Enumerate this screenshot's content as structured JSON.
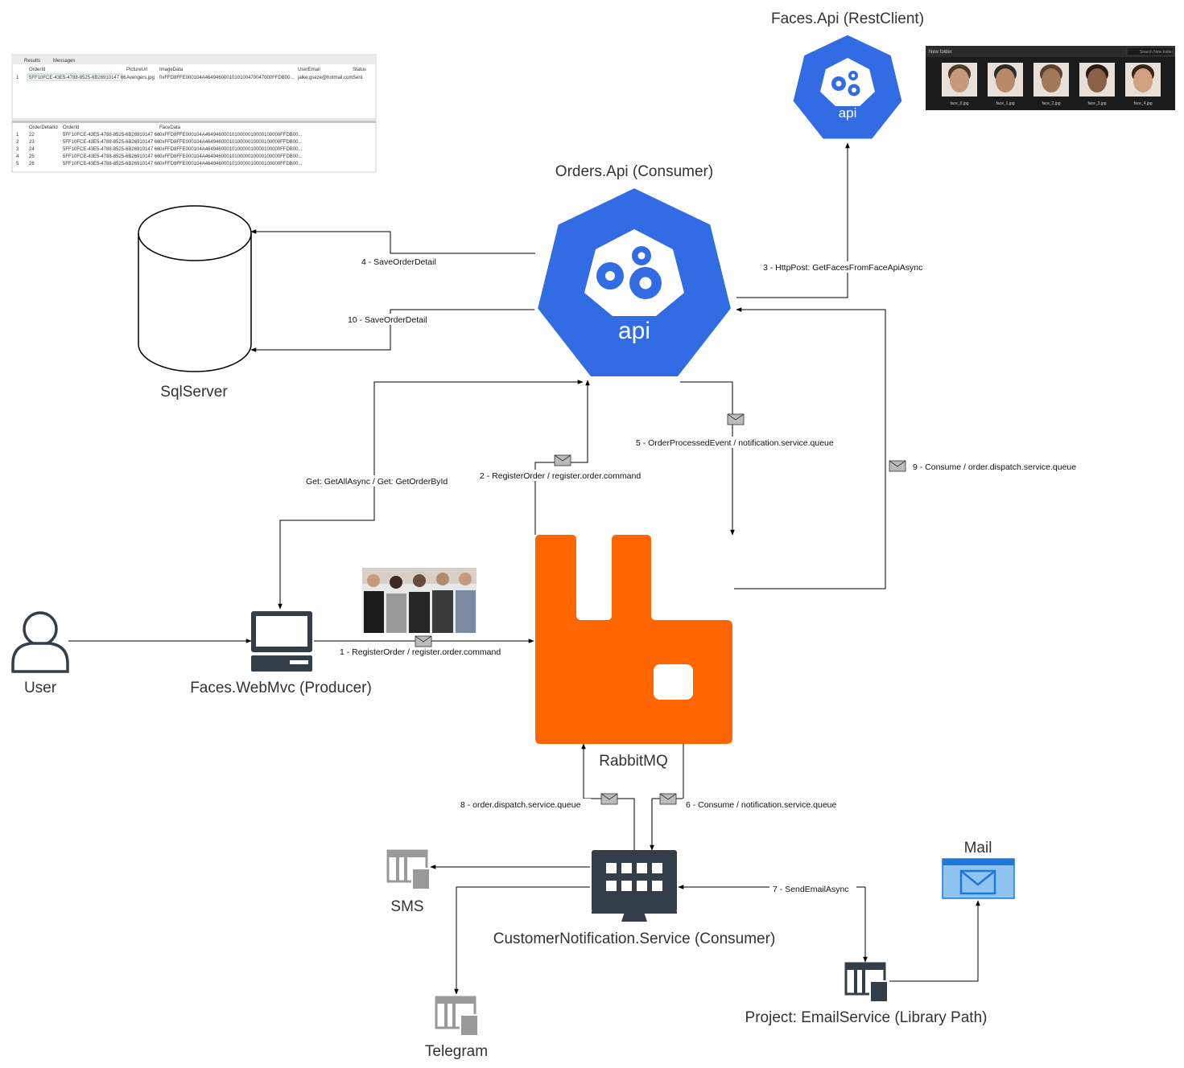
{
  "nodes": {
    "faces_api": "Faces.Api (RestClient)",
    "orders_api": "Orders.Api (Consumer)",
    "sqlserver": "SqlServer",
    "rabbitmq": "RabbitMQ",
    "user": "User",
    "webmvc": "Faces.WebMvc (Producer)",
    "customer_notification": "CustomerNotification.Service (Consumer)",
    "sms": "SMS",
    "telegram": "Telegram",
    "mail": "Mail",
    "email_service": "Project: EmailService (Library Path)",
    "api_badge": "api"
  },
  "edges": {
    "e1": "1 - RegisterOrder / register.order.command",
    "e2": "2 - RegisterOrder / register.order.command",
    "e3": "3 - HttpPost: GetFacesFromFaceApiAsync",
    "e4": "4 - SaveOrderDetail",
    "e5": "5 - OrderProcessedEvent /  notification.service.queue",
    "e6": "6 - Consume / notification.service.queue",
    "e7": "7 - SendEmailAsync",
    "e8": "8 - order.dispatch.service.queue",
    "e9": "9 - Consume / order.dispatch.service.queue",
    "e10": "10 - SaveOrderDetail",
    "get": "Get: GetAllAsync / Get: GetOrderById"
  },
  "colors": {
    "api_blue": "#326CE5",
    "rabbit_orange": "#FF6600",
    "icon_dark": "#333e48",
    "icon_grey": "#999999",
    "mail_blue": "#1e78d7"
  },
  "db_screenshot": {
    "tabs": [
      "Results",
      "Messages"
    ],
    "top_headers": [
      "OrderId",
      "PictureUrl",
      "ImageData",
      "UserEmail",
      "Status"
    ],
    "top_rows": [
      [
        "1",
        "5FF10FCE-43E5-4788-8525-6B26910147 66",
        "Avengers.jpg",
        "0xFFD8FFE000104A4649460001010100470047000FFDB00...",
        "jalke.gseze@hotmail.com",
        "Sent"
      ]
    ],
    "bottom_headers": [
      "OrderDetailId",
      "OrderId",
      "FaceData"
    ],
    "bottom_rows": [
      [
        "1",
        "22",
        "5FF10FCE-43E5-4788-8525-6B26910147 66",
        "0xFFD8FFE000104A4649460001010000010000100000FFDB00..."
      ],
      [
        "2",
        "23",
        "5FF10FCE-43E5-4788-8525-6B26910147 66",
        "0xFFD8FFE000104A4649460001010000010000100000FFDB00..."
      ],
      [
        "3",
        "24",
        "5FF10FCE-43E5-4788-8525-6B26910147 66",
        "0xFFD8FFE000104A4649460001010000010000100000FFDB00..."
      ],
      [
        "4",
        "25",
        "5FF10FCE-43E5-4788-8525-6B26910147 66",
        "0xFFD8FFE000104A4649460001010000010000100000FFDB00..."
      ],
      [
        "5",
        "26",
        "5FF10FCE-43E5-4788-8525-6B26910147 66",
        "0xFFD8FFE000104A4649460001010000010000100000FFDB00..."
      ]
    ]
  },
  "folder_screenshot": {
    "title": "New folder",
    "search": "Search New folder",
    "files": [
      "face_0.jpg",
      "face_1.jpg",
      "face_2.jpg",
      "face_3.jpg",
      "face_4.jpg"
    ]
  }
}
